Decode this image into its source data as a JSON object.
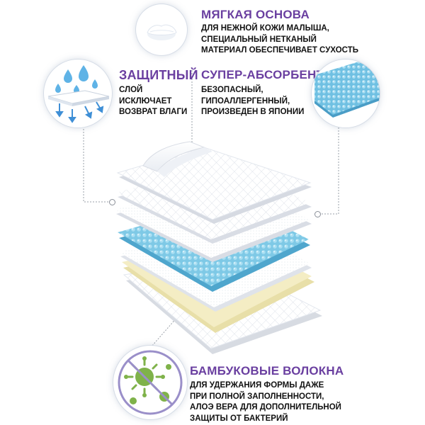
{
  "features": {
    "soft_base": {
      "title": "МЯГКАЯ ОСНОВА",
      "lines": [
        "ДЛЯ НЕЖНОЙ КОЖИ МАЛЫША,",
        "СПЕЦИАЛЬНЫЙ НЕТКАНЫЙ",
        "МАТЕРИАЛ ОБЕСПЕЧИВАЕТ СУХОСТЬ"
      ],
      "icon": "cotton-icon"
    },
    "protective_layer": {
      "title": "ЗАЩИТНЫЙ",
      "lines": [
        "СЛОЙ",
        "ИСКЛЮЧАЕТ",
        "ВОЗВРАТ ВЛАГИ"
      ],
      "icon": "water-drops-icon"
    },
    "super_absorbent": {
      "title": "СУПЕР-АБСОРБЕНТ",
      "lines": [
        "БЕЗОПАСНЫЙ,",
        "ГИПОАЛЛЕРГЕННЫЙ,",
        "ПРОИЗВЕДЕН В ЯПОНИИ"
      ],
      "icon": "absorbent-texture-icon"
    },
    "bamboo_fibers": {
      "title": "БАМБУКОВЫЕ ВОЛОКНА",
      "lines": [
        "ДЛЯ УДЕРЖАНИЯ ФОРМЫ ДАЖЕ",
        "ПРИ ПОЛНОЙ ЗАПОЛНЕННОСТИ,",
        "АЛОЭ ВЕРА ДЛЯ ДОПОЛНИТЕЛЬНОЙ",
        "ЗАЩИТЫ ОТ БАКТЕРИЙ"
      ],
      "icon": "no-bacteria-icon"
    }
  },
  "colors": {
    "title": "#6a3fa0",
    "text": "#111111",
    "connector": "#9aa0a8",
    "absorbent": "#7ec9e6",
    "yellow": "#f4edc4"
  }
}
